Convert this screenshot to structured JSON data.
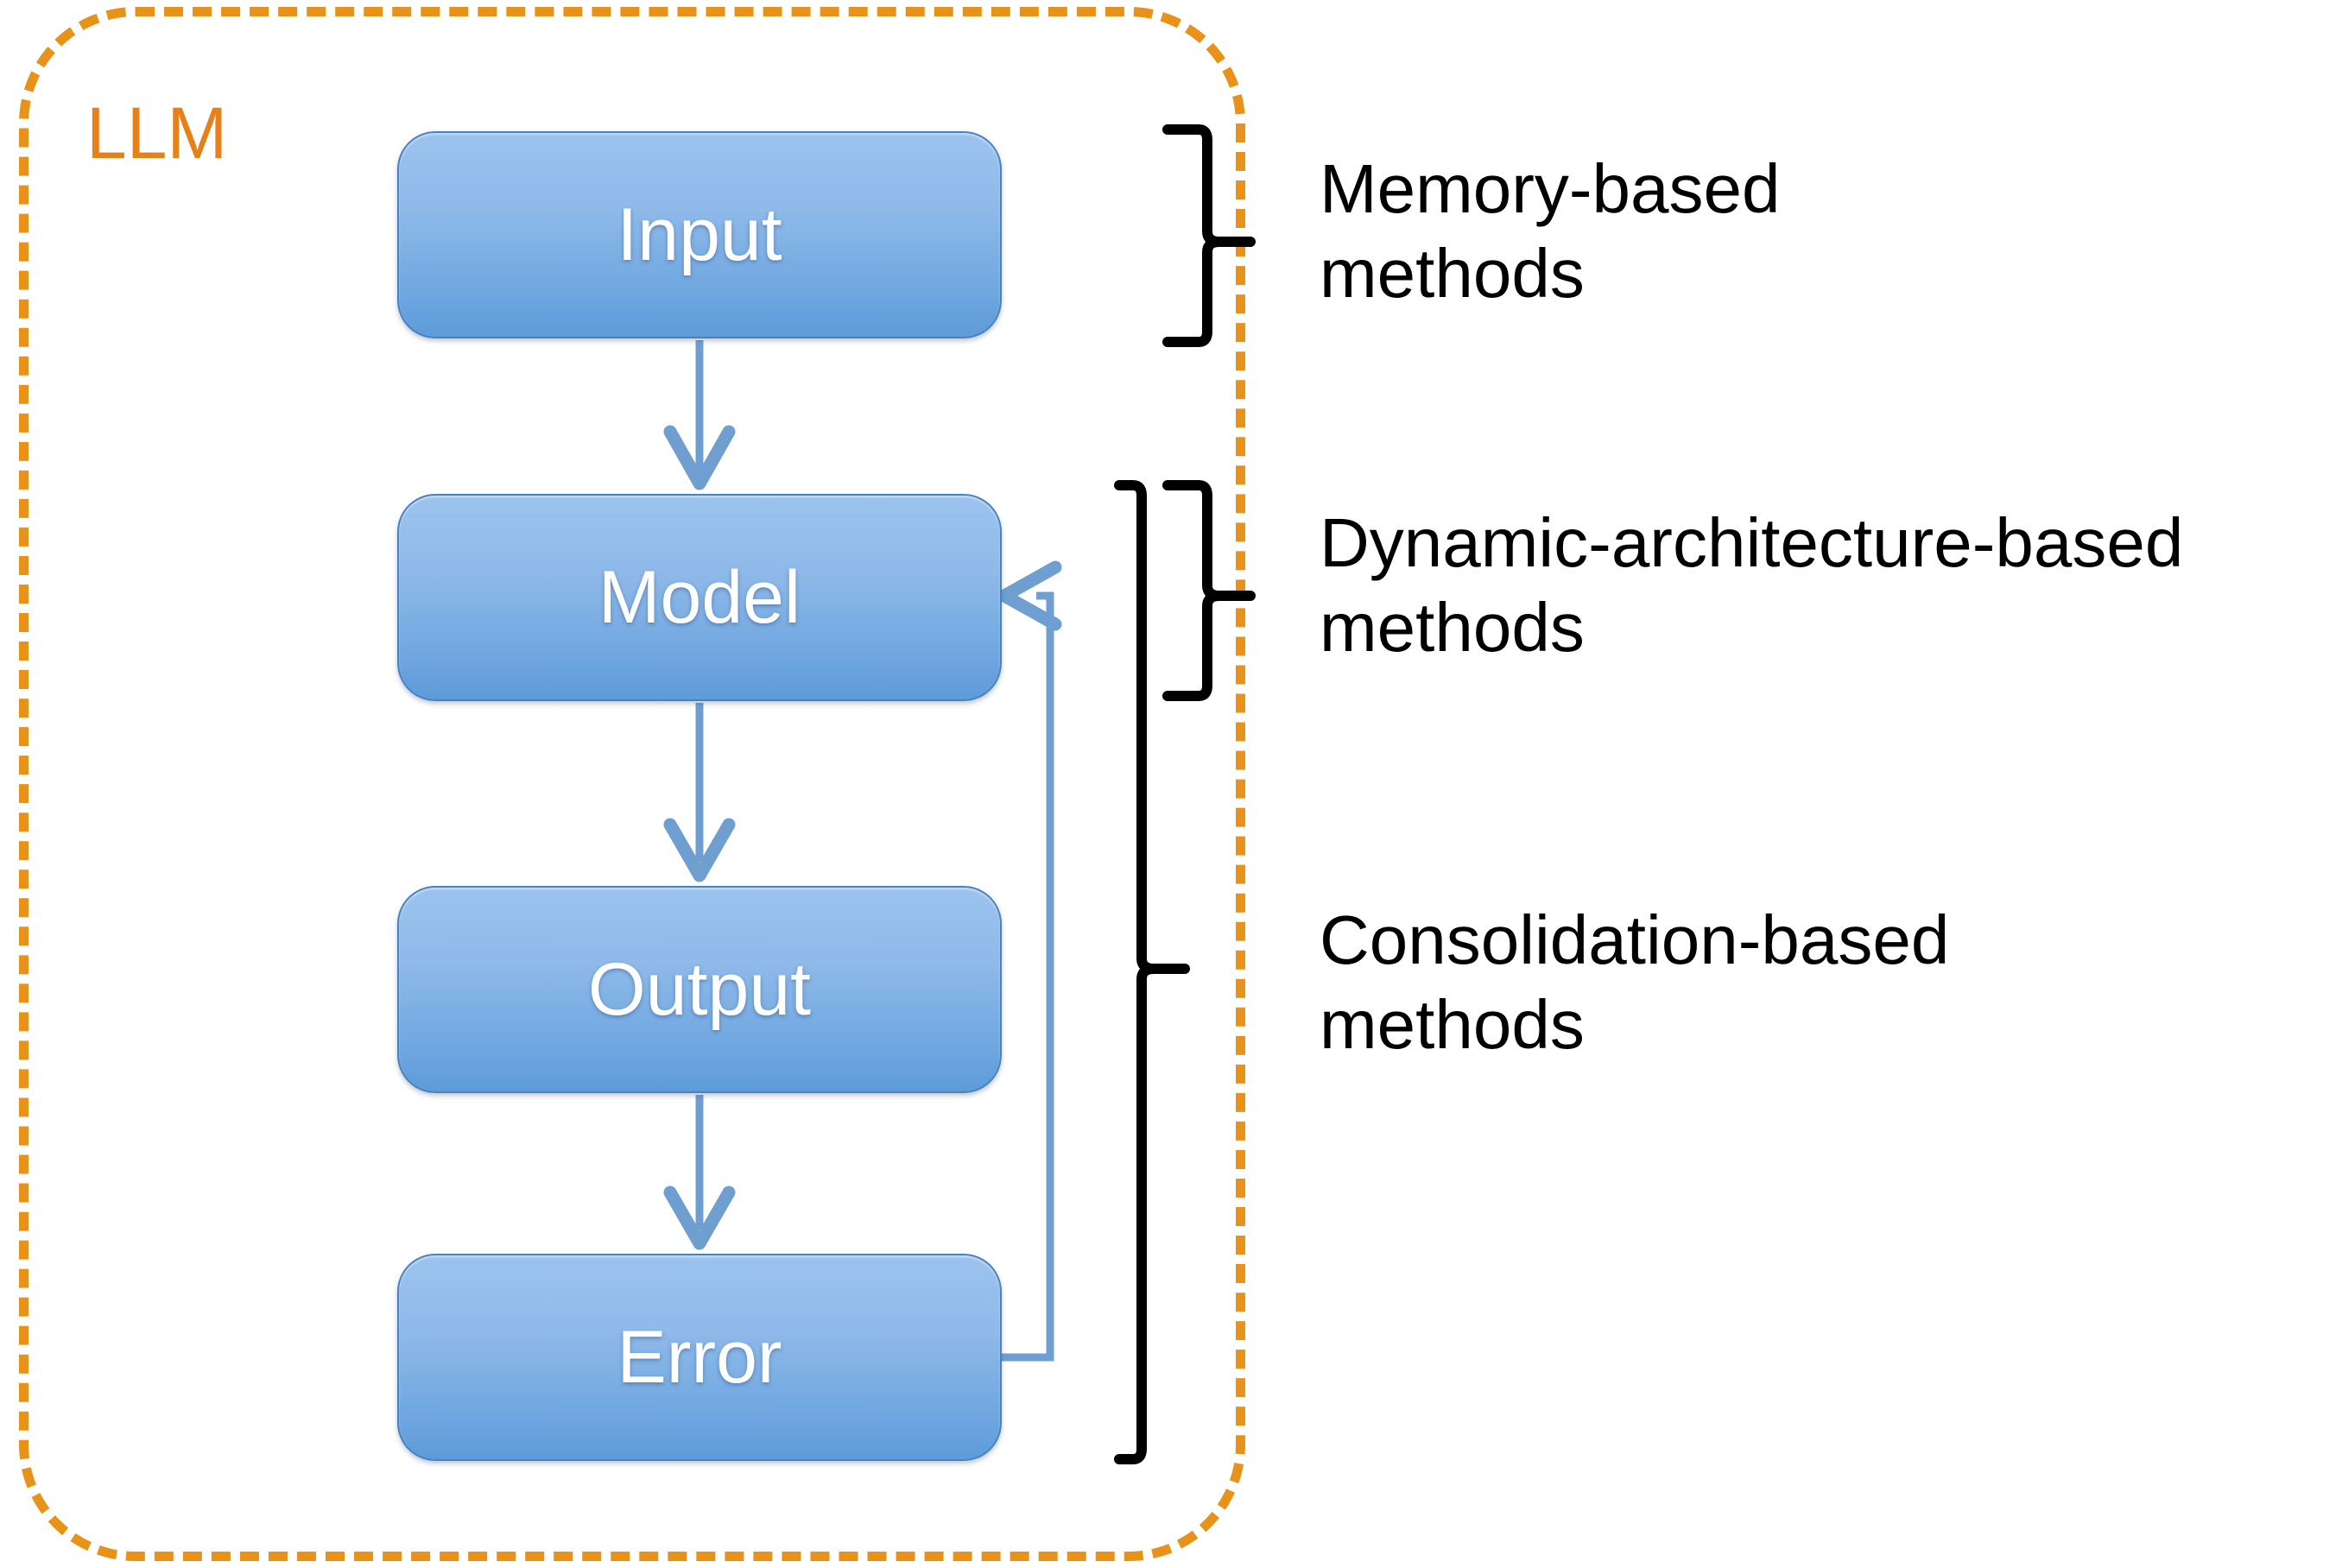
{
  "diagram": {
    "title": "LLM continual-learning method taxonomy flow",
    "container_label": "LLM",
    "colors": {
      "container_border": "#E8921A",
      "container_label": "#E8801A",
      "box_fill_top": "#9CC3EE",
      "box_fill_bottom": "#5E9BDA",
      "box_border": "#4A82C0",
      "box_text": "#FFFFFF",
      "arrow": "#6F9FD0",
      "brace": "#000000",
      "label_text": "#000000",
      "background": "#FFFFFF"
    },
    "nodes": [
      {
        "id": "input",
        "label": "Input"
      },
      {
        "id": "model",
        "label": "Model"
      },
      {
        "id": "output",
        "label": "Output"
      },
      {
        "id": "error",
        "label": "Error"
      }
    ],
    "edges": [
      {
        "from": "input",
        "to": "model",
        "kind": "straight-down-arrow"
      },
      {
        "from": "model",
        "to": "output",
        "kind": "straight-down-arrow"
      },
      {
        "from": "output",
        "to": "error",
        "kind": "straight-down-arrow"
      },
      {
        "from": "error",
        "to": "model",
        "kind": "feedback-loop-arrow"
      }
    ],
    "groups": [
      {
        "id": "memory",
        "label": "Memory-based\nmethods",
        "covers": [
          "input"
        ],
        "brace": "curly-right"
      },
      {
        "id": "dynamic",
        "label": "Dynamic-architecture-based\nmethods",
        "covers": [
          "model"
        ],
        "brace": "curly-right"
      },
      {
        "id": "consolidation",
        "label": "Consolidation-based\nmethods",
        "covers": [
          "model",
          "output",
          "error"
        ],
        "brace": "curly-right"
      }
    ]
  }
}
